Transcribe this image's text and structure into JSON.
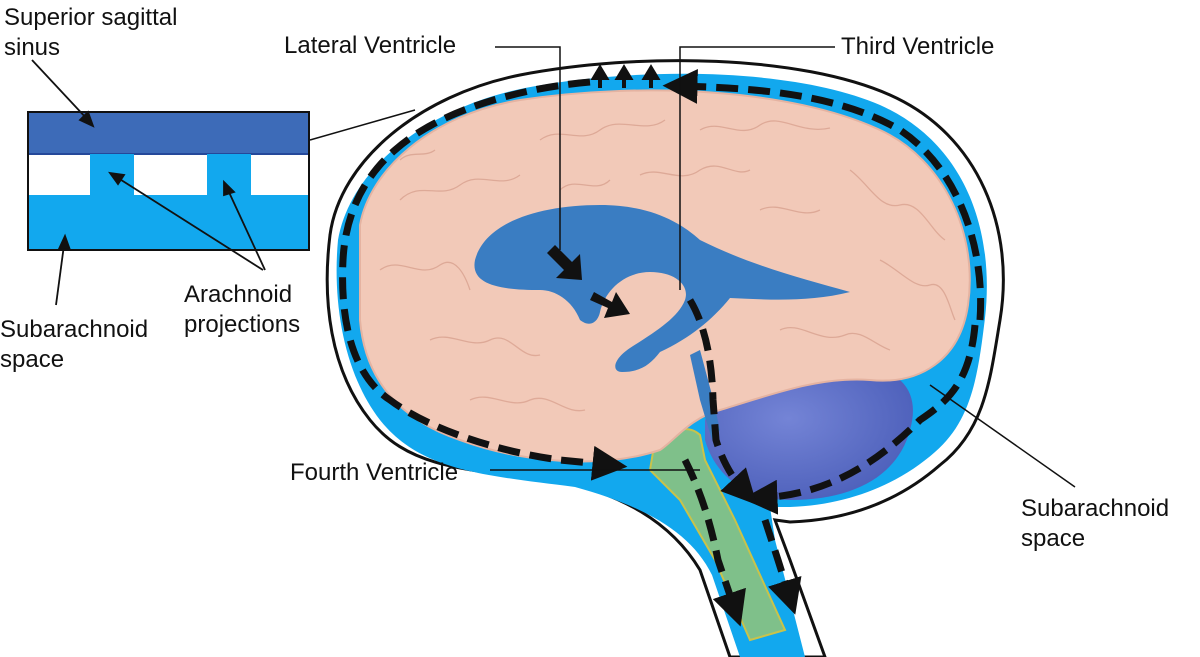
{
  "labels": {
    "superior_sagittal_sinus": [
      "Superior sagittal",
      "sinus"
    ],
    "lateral_ventricle": "Lateral Ventricle",
    "third_ventricle": "Third Ventricle",
    "arachnoid_projections": [
      "Arachnoid",
      "projections"
    ],
    "subarachnoid_space_left": [
      "Subarachnoid",
      "space"
    ],
    "fourth_ventricle": "Fourth Ventricle",
    "subarachnoid_space_right": [
      "Subarachnoid",
      "space"
    ]
  },
  "colors": {
    "csf": "#12a8ee",
    "sinus": "#3d6bb8",
    "ventricle": "#3a7dc2",
    "brain": "#f2c9b8",
    "cerebellum": "#5a6fc4",
    "brainstem": "#7fc08a",
    "arrow": "#111111"
  }
}
